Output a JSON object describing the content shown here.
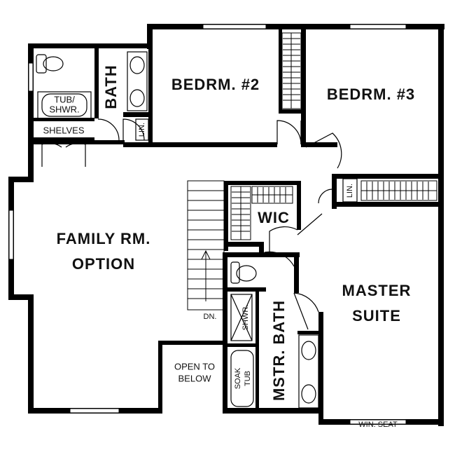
{
  "rooms": {
    "bedroom_2": "BEDRM. #2",
    "bedroom_3": "BEDRM. #3",
    "bath": "BATH",
    "linen_upper": "LIN.",
    "linen_right": "LIN.",
    "tub_shower_line1": "TUB/",
    "tub_shower_line2": "SHWR.",
    "shelves": "SHELVES",
    "wic": "WIC",
    "family_room_line1": "FAMILY RM.",
    "family_room_line2": "OPTION",
    "master_suite_line1": "MASTER",
    "master_suite_line2": "SUITE",
    "master_bath": "MSTR. BATH",
    "shower": "SHWR.",
    "soak_tub_line1": "SOAK",
    "soak_tub_line2": "TUB",
    "open_to_below_line1": "OPEN TO",
    "open_to_below_line2": "BELOW",
    "stair_down": "DN.",
    "window_seat": "WIN. SEAT"
  }
}
